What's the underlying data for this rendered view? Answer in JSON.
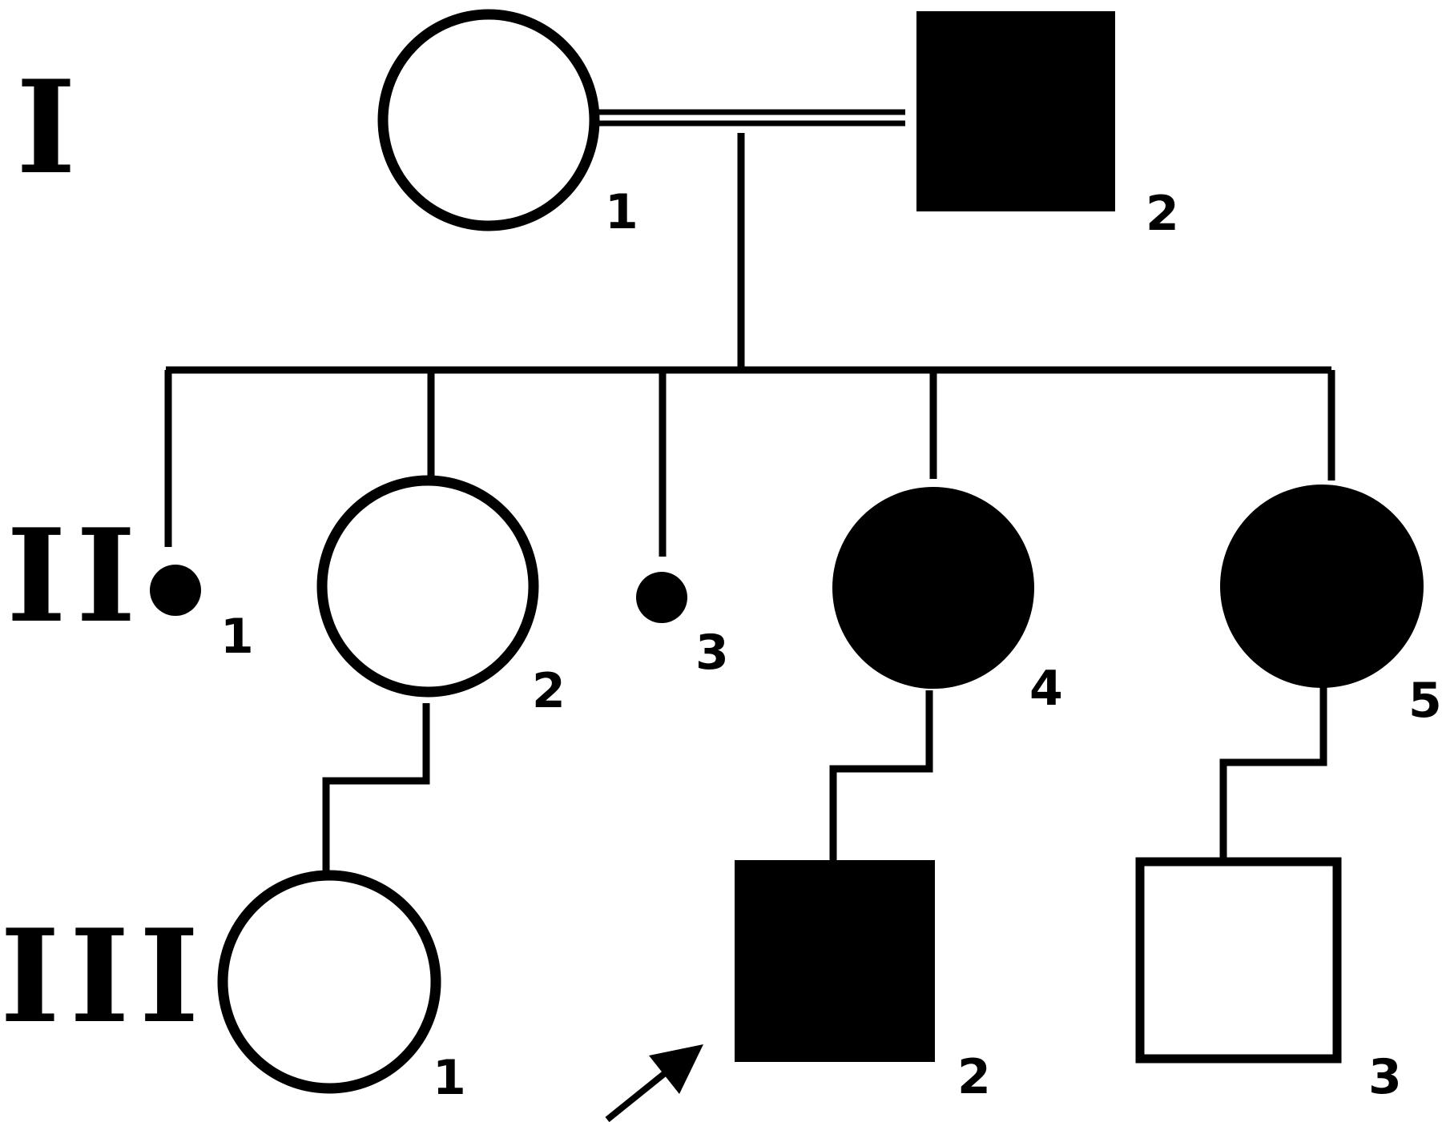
{
  "generations": [
    {
      "label": "I"
    },
    {
      "label": "II"
    },
    {
      "label": "III"
    }
  ],
  "individuals": [
    {
      "id": "I-1",
      "number": "1",
      "sex": "female",
      "affected": false
    },
    {
      "id": "I-2",
      "number": "2",
      "sex": "male",
      "affected": true
    },
    {
      "id": "II-1",
      "number": "1",
      "sex": "female",
      "affected": true,
      "small": true
    },
    {
      "id": "II-2",
      "number": "2",
      "sex": "female",
      "affected": false
    },
    {
      "id": "II-3",
      "number": "3",
      "sex": "female",
      "affected": true,
      "small": true
    },
    {
      "id": "II-4",
      "number": "4",
      "sex": "female",
      "affected": true
    },
    {
      "id": "II-5",
      "number": "5",
      "sex": "female",
      "affected": true
    },
    {
      "id": "III-1",
      "number": "1",
      "sex": "female",
      "affected": false
    },
    {
      "id": "III-2",
      "number": "2",
      "sex": "male",
      "affected": true,
      "proband": true
    },
    {
      "id": "III-3",
      "number": "3",
      "sex": "male",
      "affected": false
    }
  ],
  "relationships": [
    {
      "type": "consanguineous-mating",
      "partners": [
        "I-1",
        "I-2"
      ]
    }
  ],
  "colors": {
    "affected": "#000000",
    "unaffected": "#ffffff",
    "stroke": "#000000"
  }
}
